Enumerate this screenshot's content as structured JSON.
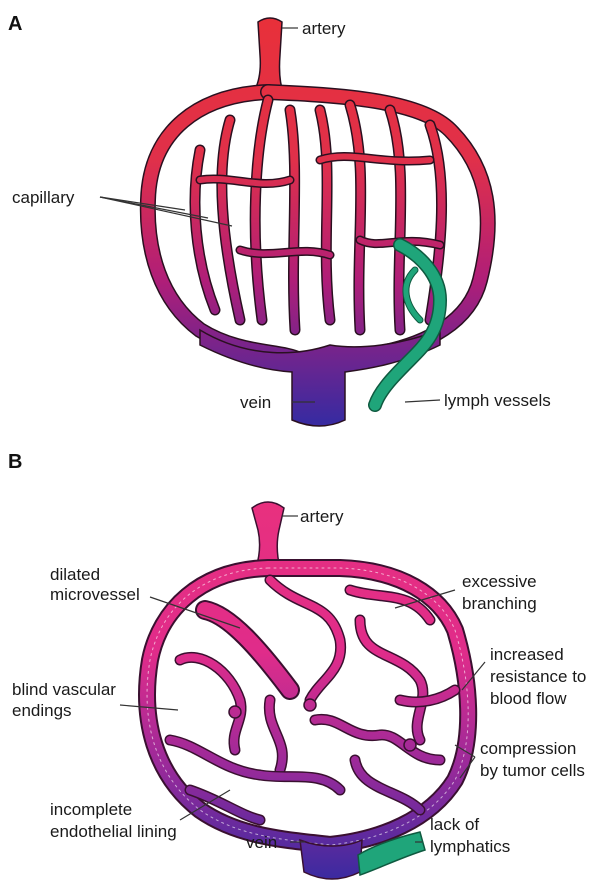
{
  "panels": {
    "a": {
      "letter": "A",
      "labels": {
        "artery": "artery",
        "capillary": "capillary",
        "vein": "vein",
        "lymph": "lymph vessels"
      }
    },
    "b": {
      "letter": "B",
      "labels": {
        "artery": "artery",
        "dilated_1": "dilated",
        "dilated_2": "microvessel",
        "excessive_1": "excessive",
        "excessive_2": "branching",
        "blind_1": "blind vascular",
        "blind_2": "endings",
        "increased_1": "increased",
        "increased_2": "resistance to",
        "increased_3": "blood flow",
        "compression_1": "compression",
        "compression_2": "by tumor cells",
        "incomplete_1": "incomplete",
        "incomplete_2": "endothelial lining",
        "vein": "vein",
        "lack_1": "lack of",
        "lack_2": "lymphatics"
      }
    }
  },
  "colors": {
    "artery_red": "#e8303a",
    "capillary_magenta": "#c8207a",
    "vein_purple": "#3a2a9a",
    "tumor_pink": "#e82a8a",
    "lymph_green": "#1fa57a"
  }
}
